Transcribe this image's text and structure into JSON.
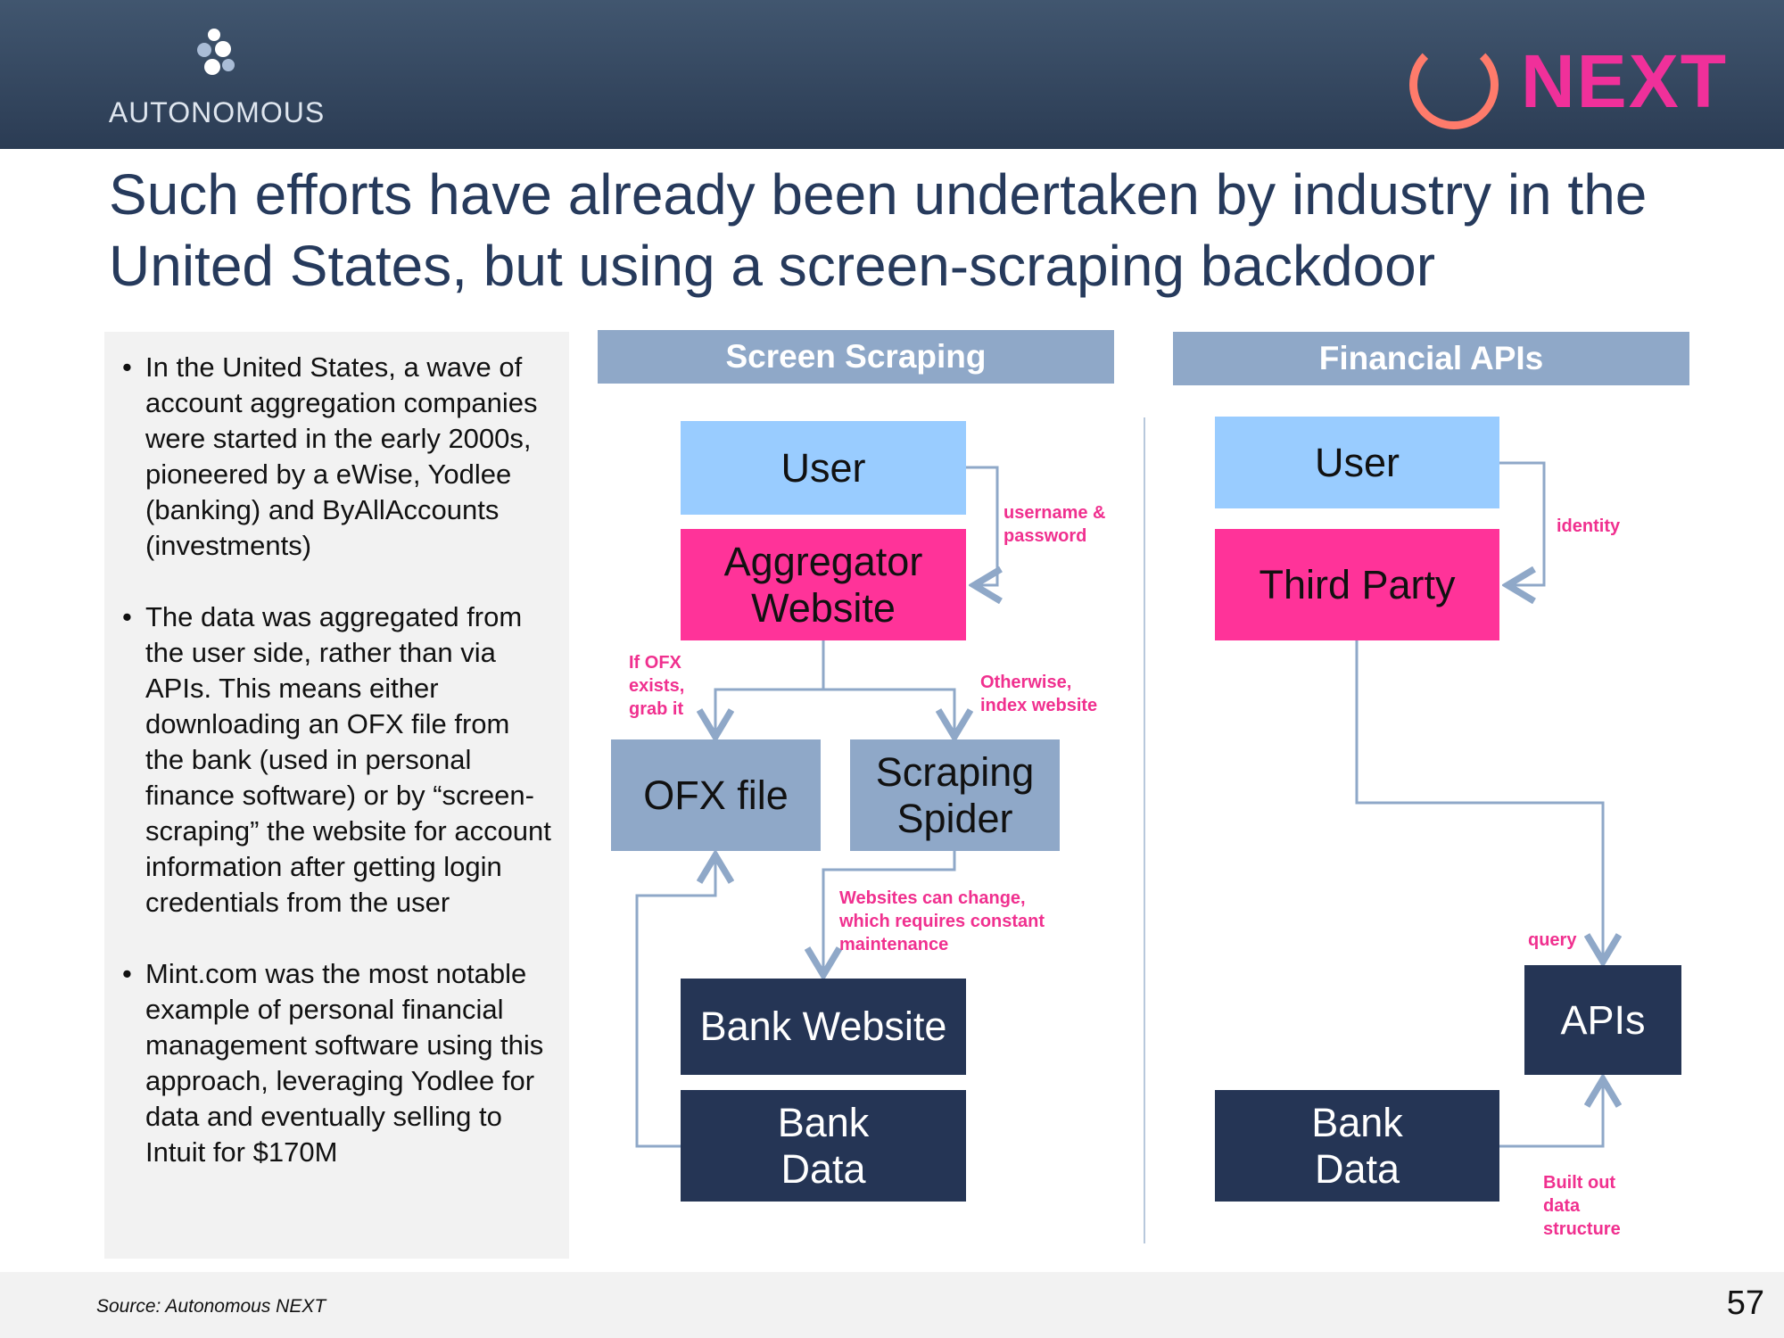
{
  "header": {
    "left_logo": "AUTONOMOUS",
    "right_logo": "NEXT"
  },
  "title": "Such efforts have already been undertaken by industry in the United States, but using a screen-scraping backdoor",
  "bullets": [
    "In the United States, a wave of account aggregation companies were started in the early 2000s, pioneered by a eWise, Yodlee (banking) and ByAllAccounts (investments)",
    "The data was aggregated from the user side, rather than via APIs. This means either downloading an OFX file from the bank (used in personal finance software) or by “screen-scraping” the website for account information after getting login credentials from the user",
    "Mint.com was the most notable example of personal financial management software using this approach, leveraging Yodlee for data and eventually selling to Intuit for $170M"
  ],
  "screen_scraping": {
    "header": "Screen Scraping",
    "user": "User",
    "aggregator": "Aggregator Website",
    "ofx": "OFX file",
    "spider": "Scraping Spider",
    "bank_website": "Bank Website",
    "bank_data": "Bank Data",
    "notes": {
      "credentials": "username & password",
      "ofx": "If OFX exists, grab it",
      "otherwise": "Otherwise, index website",
      "maintenance": "Websites can change, which requires constant maintenance"
    }
  },
  "financial_apis": {
    "header": "Financial APIs",
    "user": "User",
    "third_party": "Third Party",
    "apis": "APIs",
    "bank_data": "Bank Data",
    "notes": {
      "identity": "identity",
      "query": "query",
      "built": "Built out data structure"
    }
  },
  "footer": {
    "source": "Source: Autonomous NEXT",
    "page": "57"
  },
  "colors": {
    "pink": "#ff3399",
    "light_blue": "#99ccff",
    "grey_blue": "#8fa8c8",
    "navy": "#253555"
  }
}
